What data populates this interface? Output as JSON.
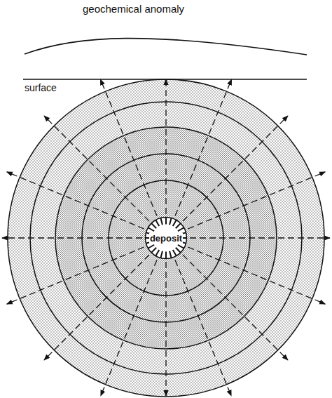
{
  "diagram": {
    "nodes": [
      {
        "text": [
          "deposit"
        ]
      }
    ],
    "labels": [
      "geochemical anomaly",
      "surface"
    ]
  }
}
